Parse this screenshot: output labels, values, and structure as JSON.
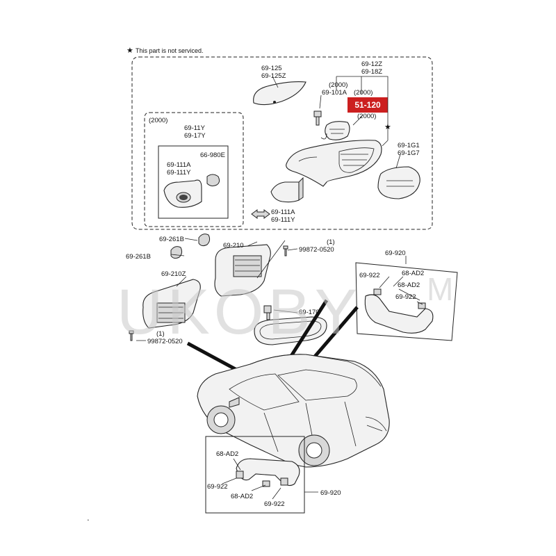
{
  "legend": {
    "star": "★",
    "text": "This part is not serviced."
  },
  "highlight": {
    "label": "51-120",
    "color": "#cc1f1f"
  },
  "mirror_group": {
    "sub_2000_a": "(2000)",
    "sub_2000_b": "(2000)",
    "sub_2000_c": "(2000)",
    "sub_box_title": "(2000)",
    "labels": {
      "p69_125": "69-125",
      "p69_125z": "69-125Z",
      "p69_12z": "69-12Z",
      "p69_18z": "69-18Z",
      "p69_101a": "69-101A",
      "p69_1g1": "69-1G1",
      "p69_1g7": "69-1G7",
      "p69_11y": "69-11Y",
      "p69_17y": "69-17Y",
      "p66_980e": "66-980E",
      "p69_111a_in": "69-111A",
      "p69_111y_in": "69-111Y",
      "p69_111a": "69-111A",
      "p69_111y": "69-111Y"
    }
  },
  "visor": {
    "p69_261b_a": "69-261B",
    "p69_261b_b": "69-261B",
    "p69_210": "69-210",
    "p69_210z": "69-210Z",
    "screw_top_qty": "(1)",
    "screw_top": "99872-0520",
    "screw_bot_qty": "(1)",
    "screw_bot": "99872-0520"
  },
  "interior_mirror": {
    "p69_170": "69-170"
  },
  "grip_right": {
    "p69_920": "69-920",
    "p68_ad2_a": "68-AD2",
    "p68_ad2_b": "68-AD2",
    "p69_922_a": "69-922",
    "p69_922_b": "69-922"
  },
  "grip_bottom": {
    "p68_ad2_a": "68-AD2",
    "p68_ad2_b": "68-AD2",
    "p69_922_a": "69-922",
    "p69_922_b": "69-922",
    "p69_920": "69-920"
  },
  "watermark": {
    "text": "UKOBY",
    "suffix": "M"
  }
}
